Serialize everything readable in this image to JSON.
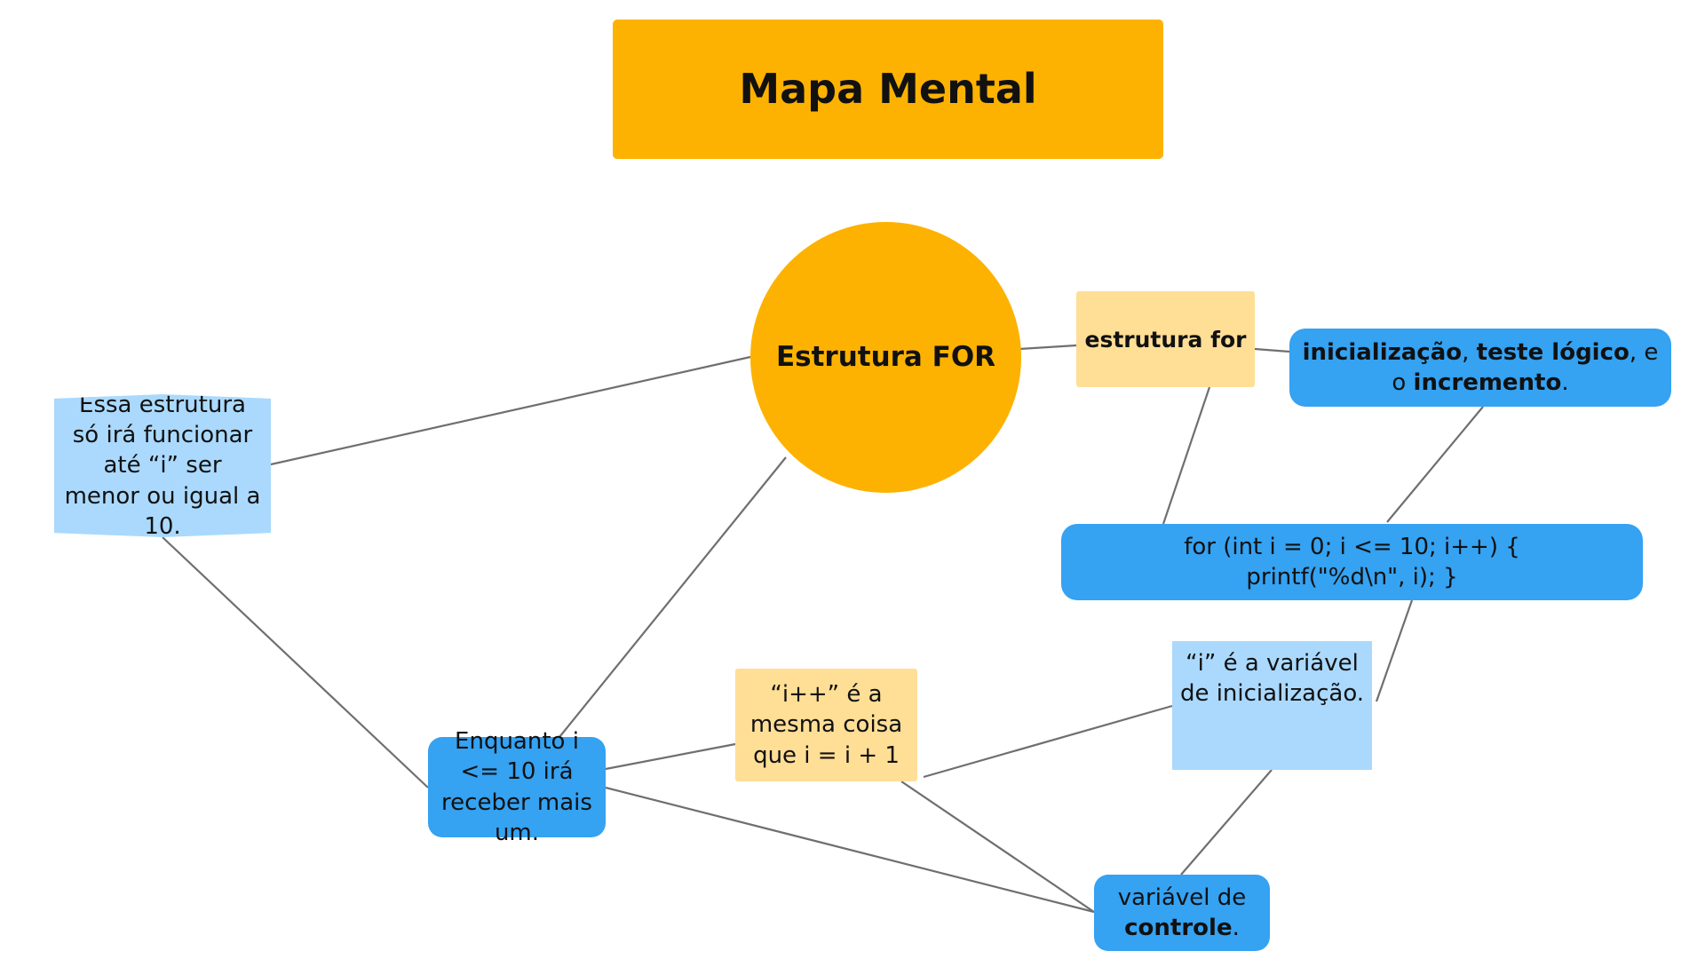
{
  "title": "Mapa Mental",
  "central": "Estrutura FOR",
  "nodes": {
    "estrutura_for": "estrutura for",
    "componentes": {
      "part1": "inicialização",
      "sep1": ", ",
      "part2": "teste lógico",
      "sep2": ", e o ",
      "part3": "incremento",
      "end": "."
    },
    "codigo": {
      "line1": "for (int i = 0; i <= 10; i++) {",
      "line2": "printf(\"%d\\n\", i); }"
    },
    "condicao": "Essa estrutura só irá funcionar até “i” ser menor ou igual a 10.",
    "enquanto": "Enquanto i <= 10 irá receber mais um.",
    "incremento_explicacao": "“i++” é a mesma coisa que i = i + 1",
    "variavel_inicializacao": "“i” é a variável de inicialização.",
    "variavel_controle": {
      "part1": "variável de ",
      "part2": "controle",
      "end": "."
    }
  },
  "colors": {
    "orange": "#fdb201",
    "pale_yellow": "#ffde96",
    "blue": "#35a2f2",
    "light_blue": "#aad9fd",
    "connector": "#6f6f6f"
  }
}
